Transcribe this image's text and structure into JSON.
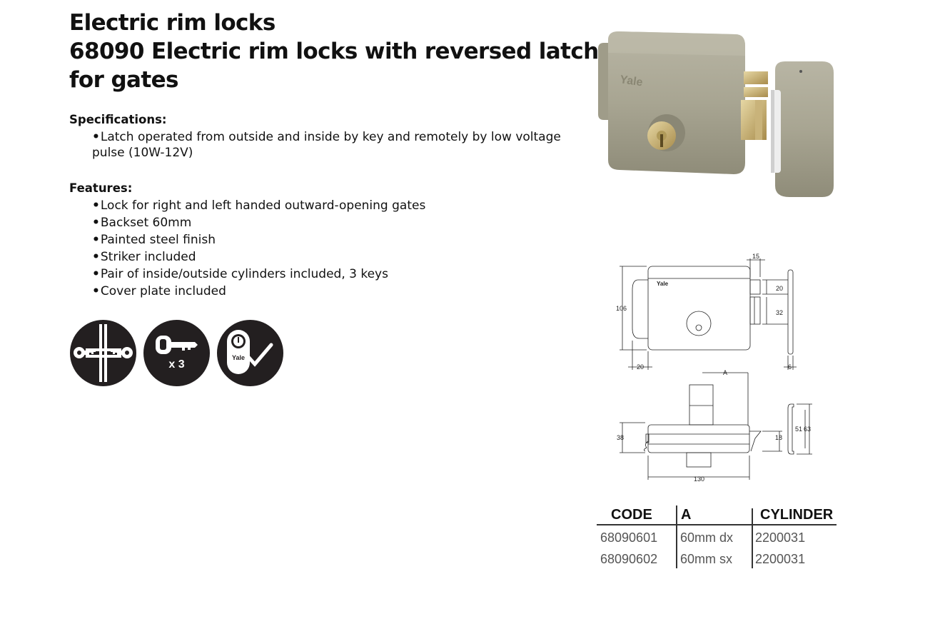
{
  "title": {
    "line1": "Electric rim locks",
    "line2": "68090 Electric rim locks with reversed latch",
    "line3": "for gates"
  },
  "specifications": {
    "heading": "Specifications:",
    "items": [
      "Latch operated from outside and inside by key and remotely by low voltage",
      "pulse (10W-12V)"
    ]
  },
  "features": {
    "heading": "Features:",
    "items": [
      "Lock for right and left handed outward-opening gates",
      "Backset 60mm",
      "Painted steel finish",
      "Striker included",
      "Pair of inside/outside cylinders included, 3 keys",
      "Cover plate included"
    ]
  },
  "icons": {
    "keys_label": "x 3",
    "yale_label": "Yale"
  },
  "product_image": {
    "brand": "Yale"
  },
  "drawing": {
    "brand": "Yale",
    "dims": {
      "d15": "15",
      "d20a": "20",
      "d32": "32",
      "d106": "106",
      "d20b": "20",
      "d6": "6",
      "dA": "A",
      "d38": "38",
      "d18": "18",
      "d51": "51",
      "d63": "63",
      "d130": "130"
    }
  },
  "table": {
    "headers": [
      "CODE",
      "A",
      "CYLINDER"
    ],
    "rows": [
      [
        "68090601",
        "60mm dx",
        "2200031"
      ],
      [
        "68090602",
        "60mm sx",
        "2200031"
      ]
    ]
  }
}
